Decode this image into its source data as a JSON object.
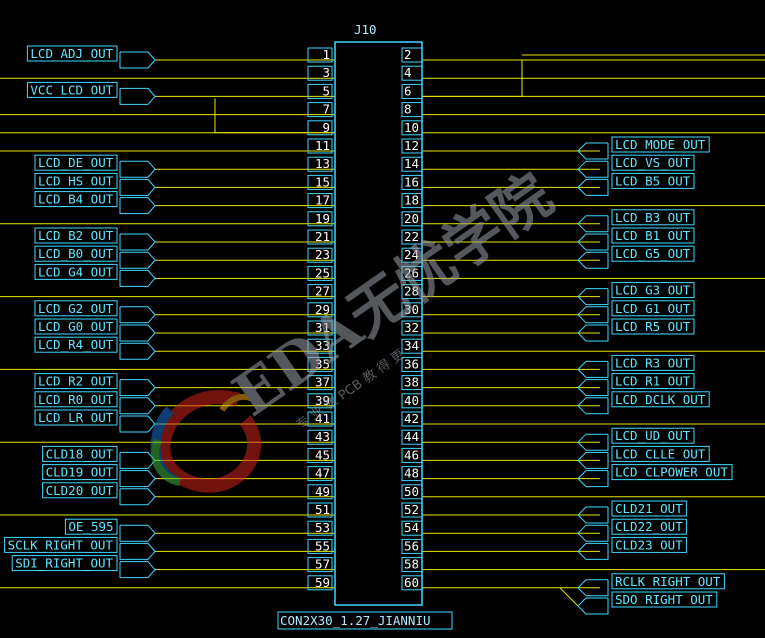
{
  "component": {
    "designator": "J10",
    "part_name": "CON2X30_1.27_JIANNIU"
  },
  "colors": {
    "background": "#000000",
    "wire": "#e8e800",
    "body_outline": "#40d8ff",
    "pin_text": "#ffffff",
    "port_outline": "#40d8ff"
  },
  "left_pins": [
    {
      "num": "1",
      "net": "LCD_ADJ_OUT"
    },
    {
      "num": "3",
      "net": ""
    },
    {
      "num": "5",
      "net": "VCC_LCD_OUT"
    },
    {
      "num": "7",
      "net": ""
    },
    {
      "num": "9",
      "net": ""
    },
    {
      "num": "11",
      "net": ""
    },
    {
      "num": "13",
      "net": "LCD_DE_OUT"
    },
    {
      "num": "15",
      "net": "LCD_HS_OUT"
    },
    {
      "num": "17",
      "net": "LCD_B4_OUT"
    },
    {
      "num": "19",
      "net": ""
    },
    {
      "num": "21",
      "net": "LCD_B2_OUT"
    },
    {
      "num": "23",
      "net": "LCD_B0_OUT"
    },
    {
      "num": "25",
      "net": "LCD_G4_OUT"
    },
    {
      "num": "27",
      "net": ""
    },
    {
      "num": "29",
      "net": "LCD_G2_OUT"
    },
    {
      "num": "31",
      "net": "LCD_G0_OUT"
    },
    {
      "num": "33",
      "net": "LCD_R4_OUT"
    },
    {
      "num": "35",
      "net": ""
    },
    {
      "num": "37",
      "net": "LCD_R2_OUT"
    },
    {
      "num": "39",
      "net": "LCD_R0_OUT"
    },
    {
      "num": "41",
      "net": "LCD_LR_OUT"
    },
    {
      "num": "43",
      "net": ""
    },
    {
      "num": "45",
      "net": "CLD18_OUT"
    },
    {
      "num": "47",
      "net": "CLD19_OUT"
    },
    {
      "num": "49",
      "net": "CLD20_OUT"
    },
    {
      "num": "51",
      "net": ""
    },
    {
      "num": "53",
      "net": "OE_595"
    },
    {
      "num": "55",
      "net": "SCLK_RIGHT_OUT"
    },
    {
      "num": "57",
      "net": "SDI_RIGHT_OUT"
    },
    {
      "num": "59",
      "net": ""
    }
  ],
  "right_pins": [
    {
      "num": "2",
      "net": ""
    },
    {
      "num": "4",
      "net": ""
    },
    {
      "num": "6",
      "net": ""
    },
    {
      "num": "8",
      "net": ""
    },
    {
      "num": "10",
      "net": ""
    },
    {
      "num": "12",
      "net": "LCD_MODE_OUT"
    },
    {
      "num": "14",
      "net": "LCD_VS_OUT"
    },
    {
      "num": "16",
      "net": "LCD_B5_OUT"
    },
    {
      "num": "18",
      "net": ""
    },
    {
      "num": "20",
      "net": "LCD_B3_OUT"
    },
    {
      "num": "22",
      "net": "LCD_B1_OUT"
    },
    {
      "num": "24",
      "net": "LCD_G5_OUT"
    },
    {
      "num": "26",
      "net": ""
    },
    {
      "num": "28",
      "net": "LCD_G3_OUT"
    },
    {
      "num": "30",
      "net": "LCD_G1_OUT"
    },
    {
      "num": "32",
      "net": "LCD_R5_OUT"
    },
    {
      "num": "34",
      "net": ""
    },
    {
      "num": "36",
      "net": "LCD_R3_OUT"
    },
    {
      "num": "38",
      "net": "LCD_R1_OUT"
    },
    {
      "num": "40",
      "net": "LCD_DCLK_OUT"
    },
    {
      "num": "42",
      "net": ""
    },
    {
      "num": "44",
      "net": "LCD_UD_OUT"
    },
    {
      "num": "46",
      "net": "LCD_CLLE_OUT"
    },
    {
      "num": "48",
      "net": "LCD_CLPOWER_OUT"
    },
    {
      "num": "50",
      "net": ""
    },
    {
      "num": "52",
      "net": "CLD21_OUT"
    },
    {
      "num": "54",
      "net": "CLD22_OUT"
    },
    {
      "num": "56",
      "net": "CLD23_OUT"
    },
    {
      "num": "58",
      "net": ""
    },
    {
      "num": "60",
      "net": "RCLK_RIGHT_OUT"
    }
  ],
  "extra_right_ports": [
    {
      "net": "SDO_RIGHT_OUT",
      "joins_pin": "60"
    }
  ],
  "watermark": {
    "text_main": "EDA无忧学院",
    "text_sub": "专 业 教 PCB 教 得 更"
  }
}
